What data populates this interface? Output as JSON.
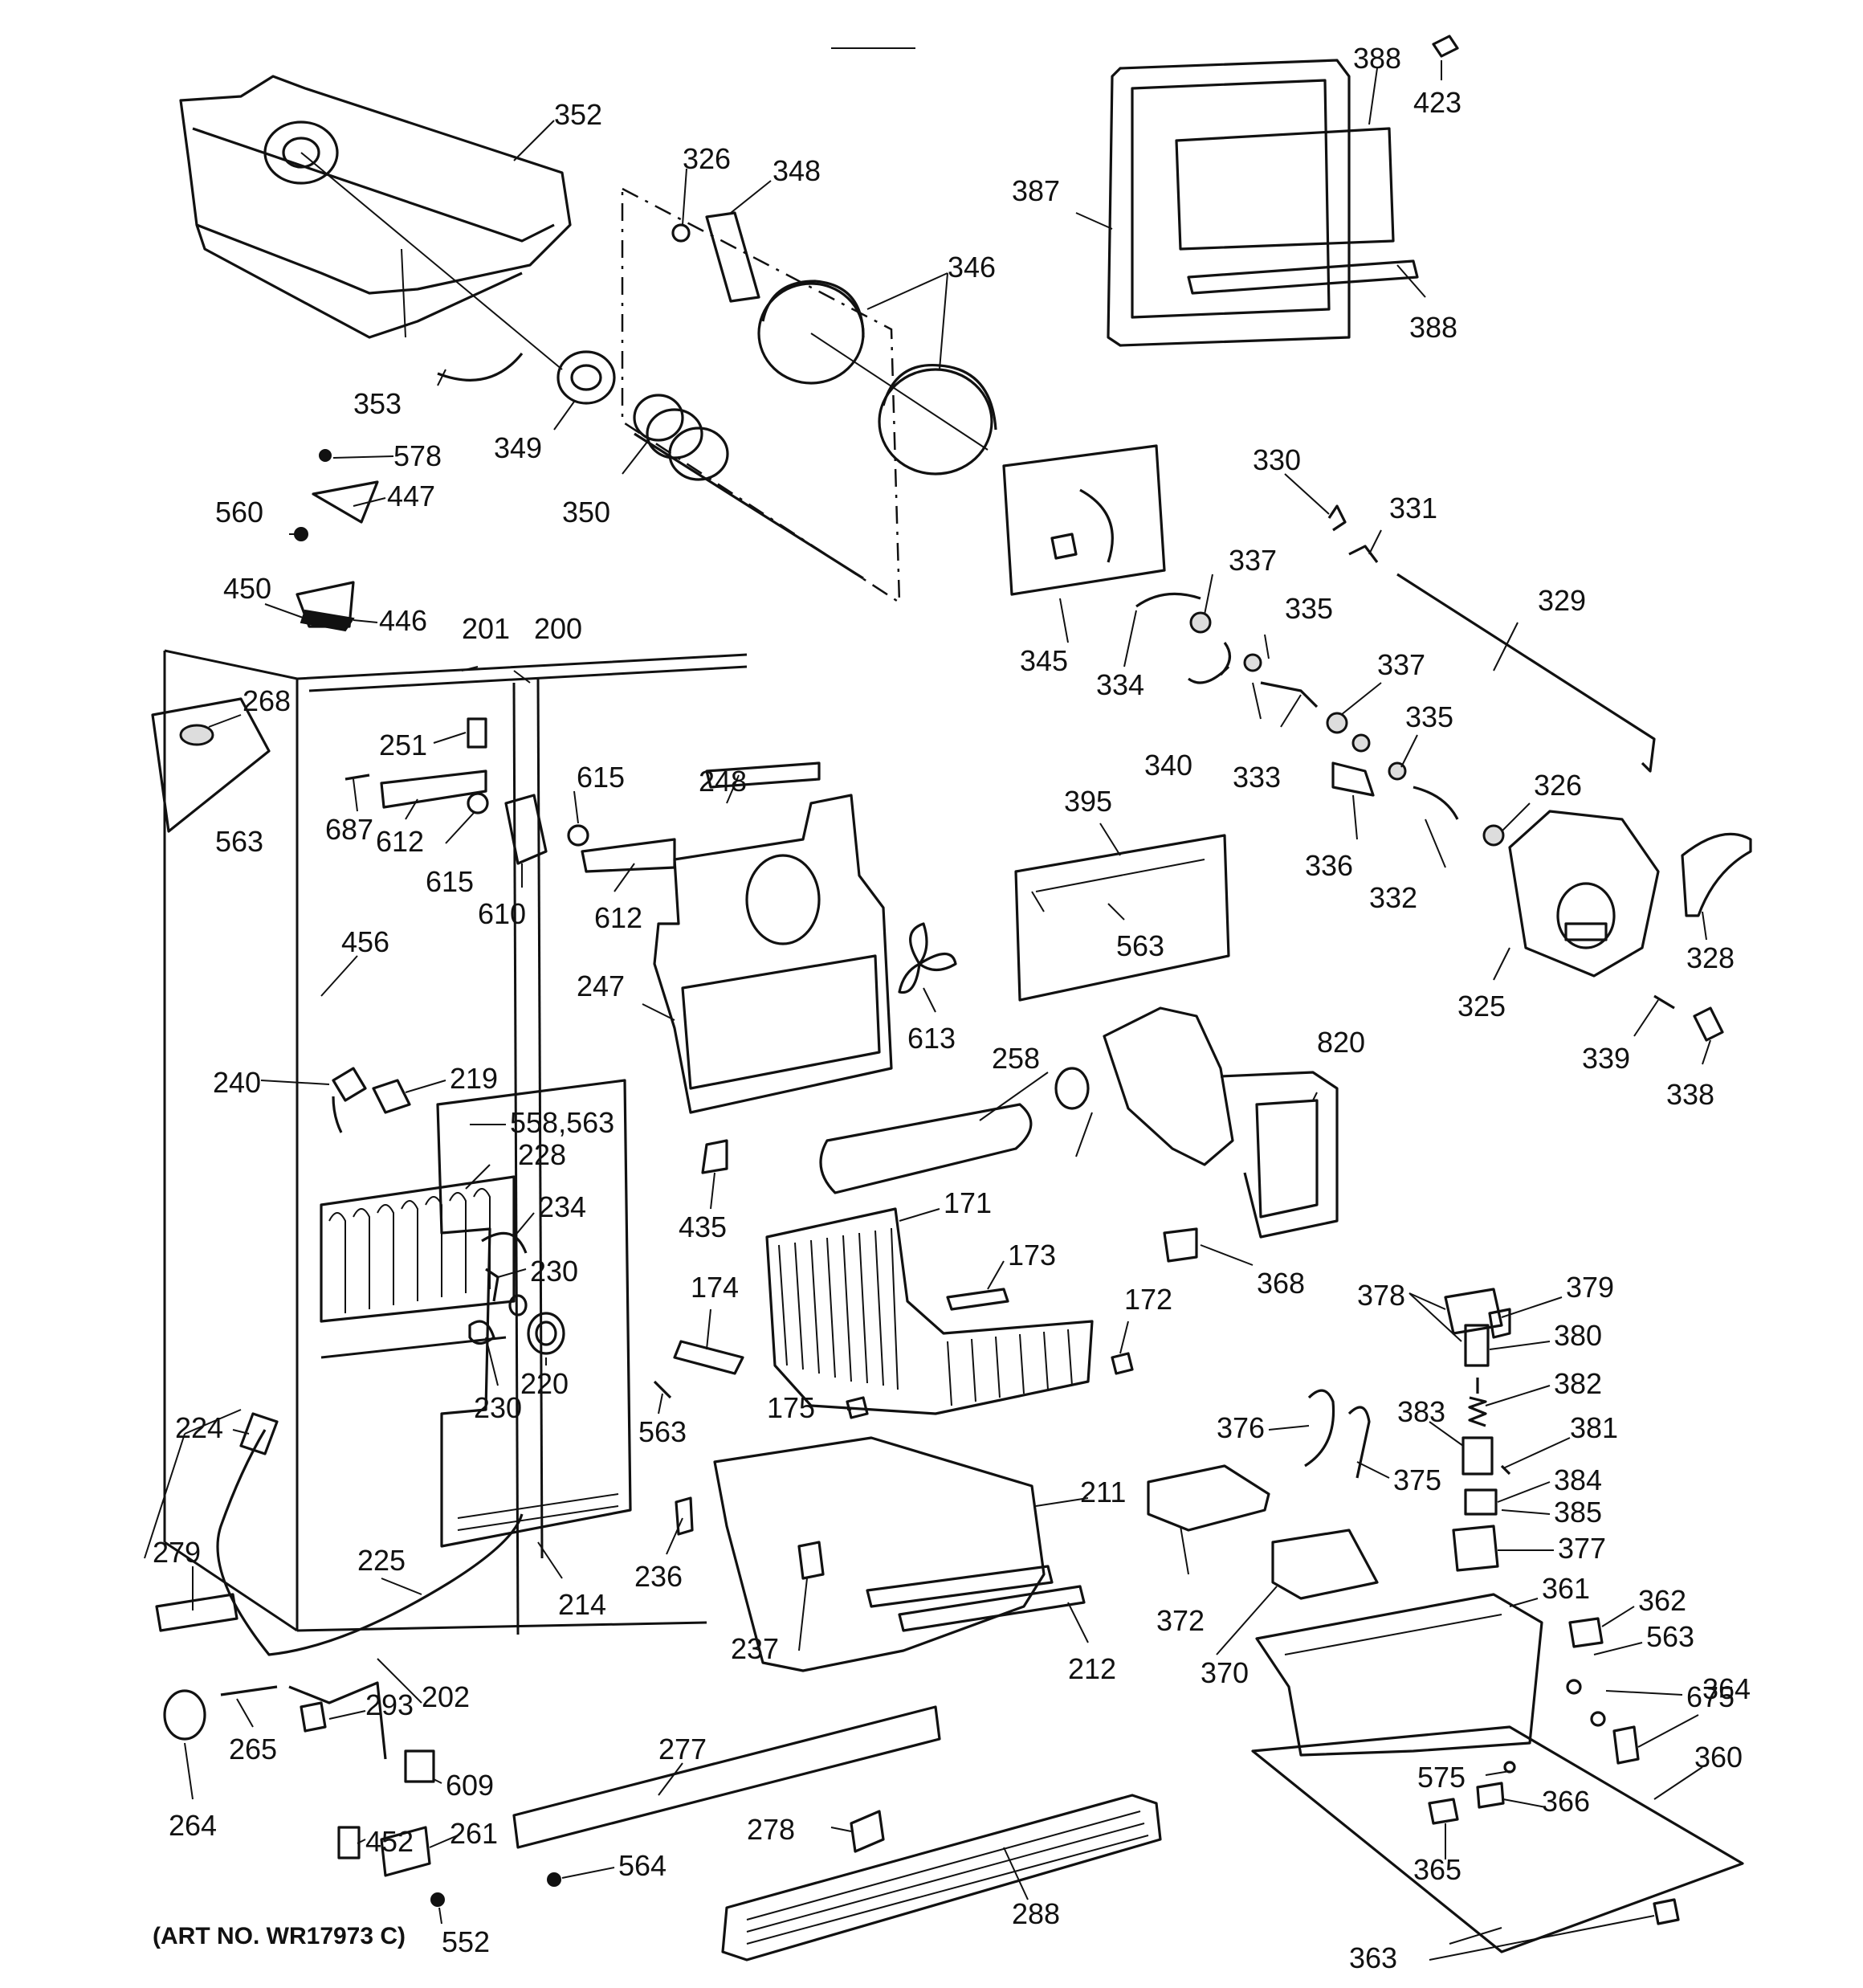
{
  "caption": "(ART NO. WR17973 C)",
  "parts": [
    {
      "id": "p352",
      "label": "352"
    },
    {
      "id": "p353",
      "label": "353"
    },
    {
      "id": "p326a",
      "label": "326"
    },
    {
      "id": "p348",
      "label": "348"
    },
    {
      "id": "p346",
      "label": "346"
    },
    {
      "id": "p349",
      "label": "349"
    },
    {
      "id": "p350",
      "label": "350"
    },
    {
      "id": "p388a",
      "label": "388"
    },
    {
      "id": "p423",
      "label": "423"
    },
    {
      "id": "p387",
      "label": "387"
    },
    {
      "id": "p388b",
      "label": "388"
    },
    {
      "id": "p578",
      "label": "578"
    },
    {
      "id": "p447",
      "label": "447"
    },
    {
      "id": "p560",
      "label": "560"
    },
    {
      "id": "p450",
      "label": "450"
    },
    {
      "id": "p446",
      "label": "446"
    },
    {
      "id": "p330",
      "label": "330"
    },
    {
      "id": "p331",
      "label": "331"
    },
    {
      "id": "p345",
      "label": "345"
    },
    {
      "id": "p337a",
      "label": "337"
    },
    {
      "id": "p335a",
      "label": "335"
    },
    {
      "id": "p329",
      "label": "329"
    },
    {
      "id": "p334",
      "label": "334"
    },
    {
      "id": "p201",
      "label": "201"
    },
    {
      "id": "p200",
      "label": "200"
    },
    {
      "id": "p268",
      "label": "268"
    },
    {
      "id": "p251",
      "label": "251"
    },
    {
      "id": "p687",
      "label": "687"
    },
    {
      "id": "p612a",
      "label": "612"
    },
    {
      "id": "p615a",
      "label": "615"
    },
    {
      "id": "p615b",
      "label": "615"
    },
    {
      "id": "p610",
      "label": "610"
    },
    {
      "id": "p612b",
      "label": "612"
    },
    {
      "id": "p248",
      "label": "248"
    },
    {
      "id": "p563a",
      "label": "563"
    },
    {
      "id": "p340",
      "label": "340"
    },
    {
      "id": "p333",
      "label": "333"
    },
    {
      "id": "p337b",
      "label": "337"
    },
    {
      "id": "p335b",
      "label": "335"
    },
    {
      "id": "p326b",
      "label": "326"
    },
    {
      "id": "p336",
      "label": "336"
    },
    {
      "id": "p332",
      "label": "332"
    },
    {
      "id": "p395",
      "label": "395"
    },
    {
      "id": "p563b",
      "label": "563"
    },
    {
      "id": "p325",
      "label": "325"
    },
    {
      "id": "p328",
      "label": "328"
    },
    {
      "id": "p339",
      "label": "339"
    },
    {
      "id": "p338",
      "label": "338"
    },
    {
      "id": "p456",
      "label": "456"
    },
    {
      "id": "p247",
      "label": "247"
    },
    {
      "id": "p613",
      "label": "613"
    },
    {
      "id": "p820",
      "label": "820"
    },
    {
      "id": "p258",
      "label": "258"
    },
    {
      "id": "p240",
      "label": "240"
    },
    {
      "id": "p219",
      "label": "219"
    },
    {
      "id": "p558",
      "label": "558,563"
    },
    {
      "id": "p228",
      "label": "228"
    },
    {
      "id": "p234",
      "label": "234"
    },
    {
      "id": "p230a",
      "label": "230"
    },
    {
      "id": "p435",
      "label": "435"
    },
    {
      "id": "p171",
      "label": "171"
    },
    {
      "id": "p173",
      "label": "173"
    },
    {
      "id": "p368",
      "label": "368"
    },
    {
      "id": "p174",
      "label": "174"
    },
    {
      "id": "p172",
      "label": "172"
    },
    {
      "id": "p220",
      "label": "220"
    },
    {
      "id": "p230b",
      "label": "230"
    },
    {
      "id": "p563c",
      "label": "563"
    },
    {
      "id": "p175",
      "label": "175"
    },
    {
      "id": "p378",
      "label": "378"
    },
    {
      "id": "p379",
      "label": "379"
    },
    {
      "id": "p380",
      "label": "380"
    },
    {
      "id": "p382",
      "label": "382"
    },
    {
      "id": "p381",
      "label": "381"
    },
    {
      "id": "p383",
      "label": "383"
    },
    {
      "id": "p376",
      "label": "376"
    },
    {
      "id": "p375",
      "label": "375"
    },
    {
      "id": "p224",
      "label": "224"
    },
    {
      "id": "p211",
      "label": "211"
    },
    {
      "id": "p384",
      "label": "384"
    },
    {
      "id": "p385",
      "label": "385"
    },
    {
      "id": "p377",
      "label": "377"
    },
    {
      "id": "p279",
      "label": "279"
    },
    {
      "id": "p225",
      "label": "225"
    },
    {
      "id": "p214",
      "label": "214"
    },
    {
      "id": "p236",
      "label": "236"
    },
    {
      "id": "p372",
      "label": "372"
    },
    {
      "id": "p361",
      "label": "361"
    },
    {
      "id": "p362",
      "label": "362"
    },
    {
      "id": "p563d",
      "label": "563"
    },
    {
      "id": "p237",
      "label": "237"
    },
    {
      "id": "p212",
      "label": "212"
    },
    {
      "id": "p370",
      "label": "370"
    },
    {
      "id": "p675",
      "label": "675"
    },
    {
      "id": "p364",
      "label": "364"
    },
    {
      "id": "p202",
      "label": "202"
    },
    {
      "id": "p293",
      "label": "293"
    },
    {
      "id": "p265",
      "label": "265"
    },
    {
      "id": "p277",
      "label": "277"
    },
    {
      "id": "p360",
      "label": "360"
    },
    {
      "id": "p609",
      "label": "609"
    },
    {
      "id": "p264",
      "label": "264"
    },
    {
      "id": "p575",
      "label": "575"
    },
    {
      "id": "p366",
      "label": "366"
    },
    {
      "id": "p452",
      "label": "452"
    },
    {
      "id": "p261",
      "label": "261"
    },
    {
      "id": "p278",
      "label": "278"
    },
    {
      "id": "p564",
      "label": "564"
    },
    {
      "id": "p365",
      "label": "365"
    },
    {
      "id": "p288",
      "label": "288"
    },
    {
      "id": "p552",
      "label": "552"
    },
    {
      "id": "p363",
      "label": "363"
    }
  ]
}
